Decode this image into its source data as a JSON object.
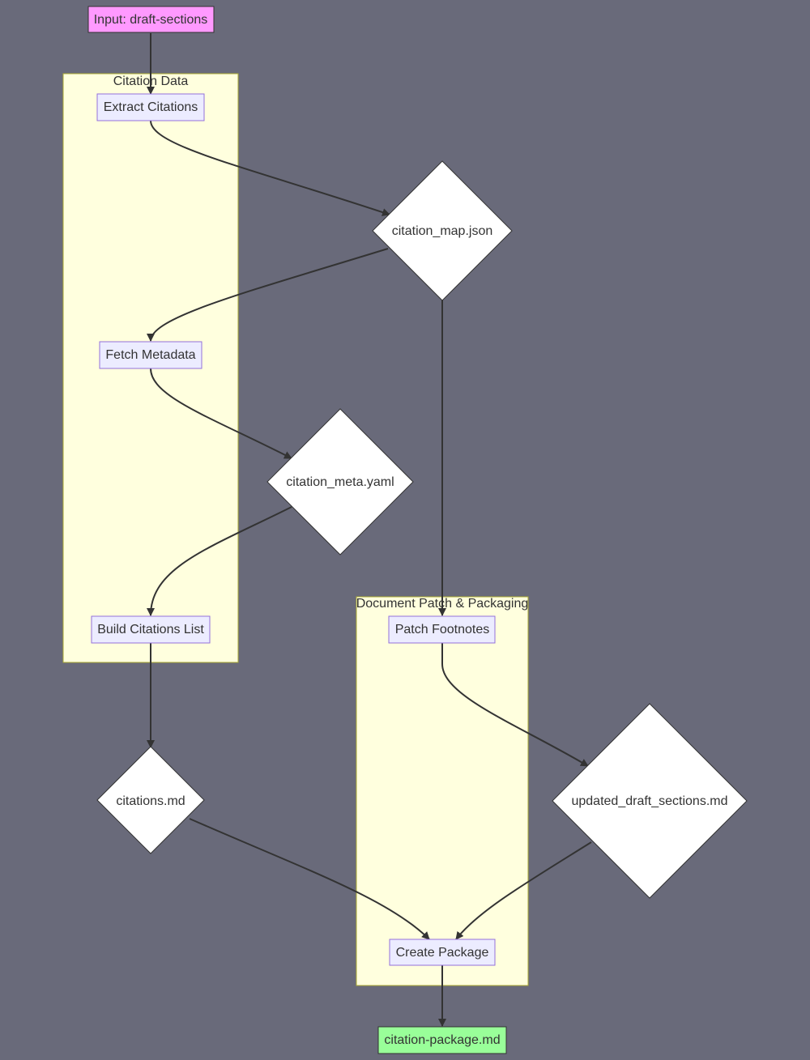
{
  "diagram": {
    "clusters": {
      "citation_data": "Citation Data",
      "document_patch": "Document Patch & Packaging"
    },
    "nodes": {
      "input": "Input: draft-sections",
      "extract": "Extract Citations",
      "citation_map": "citation_map.json",
      "fetch": "Fetch Metadata",
      "citation_meta": "citation_meta.yaml",
      "build": "Build Citations List",
      "citations_md": "citations.md",
      "patch": "Patch Footnotes",
      "updated_draft": "updated_draft_sections.md",
      "create_package": "Create Package",
      "output": "citation-package.md"
    },
    "colors": {
      "background": "#696a7a",
      "cluster_fill": "#ffffde",
      "cluster_stroke": "#aaaa33",
      "process_fill": "#ececff",
      "process_stroke": "#9370db",
      "input_fill": "#ff99ff",
      "output_fill": "#99ff99",
      "diamond_fill": "#ffffff",
      "edge": "#333333"
    }
  }
}
